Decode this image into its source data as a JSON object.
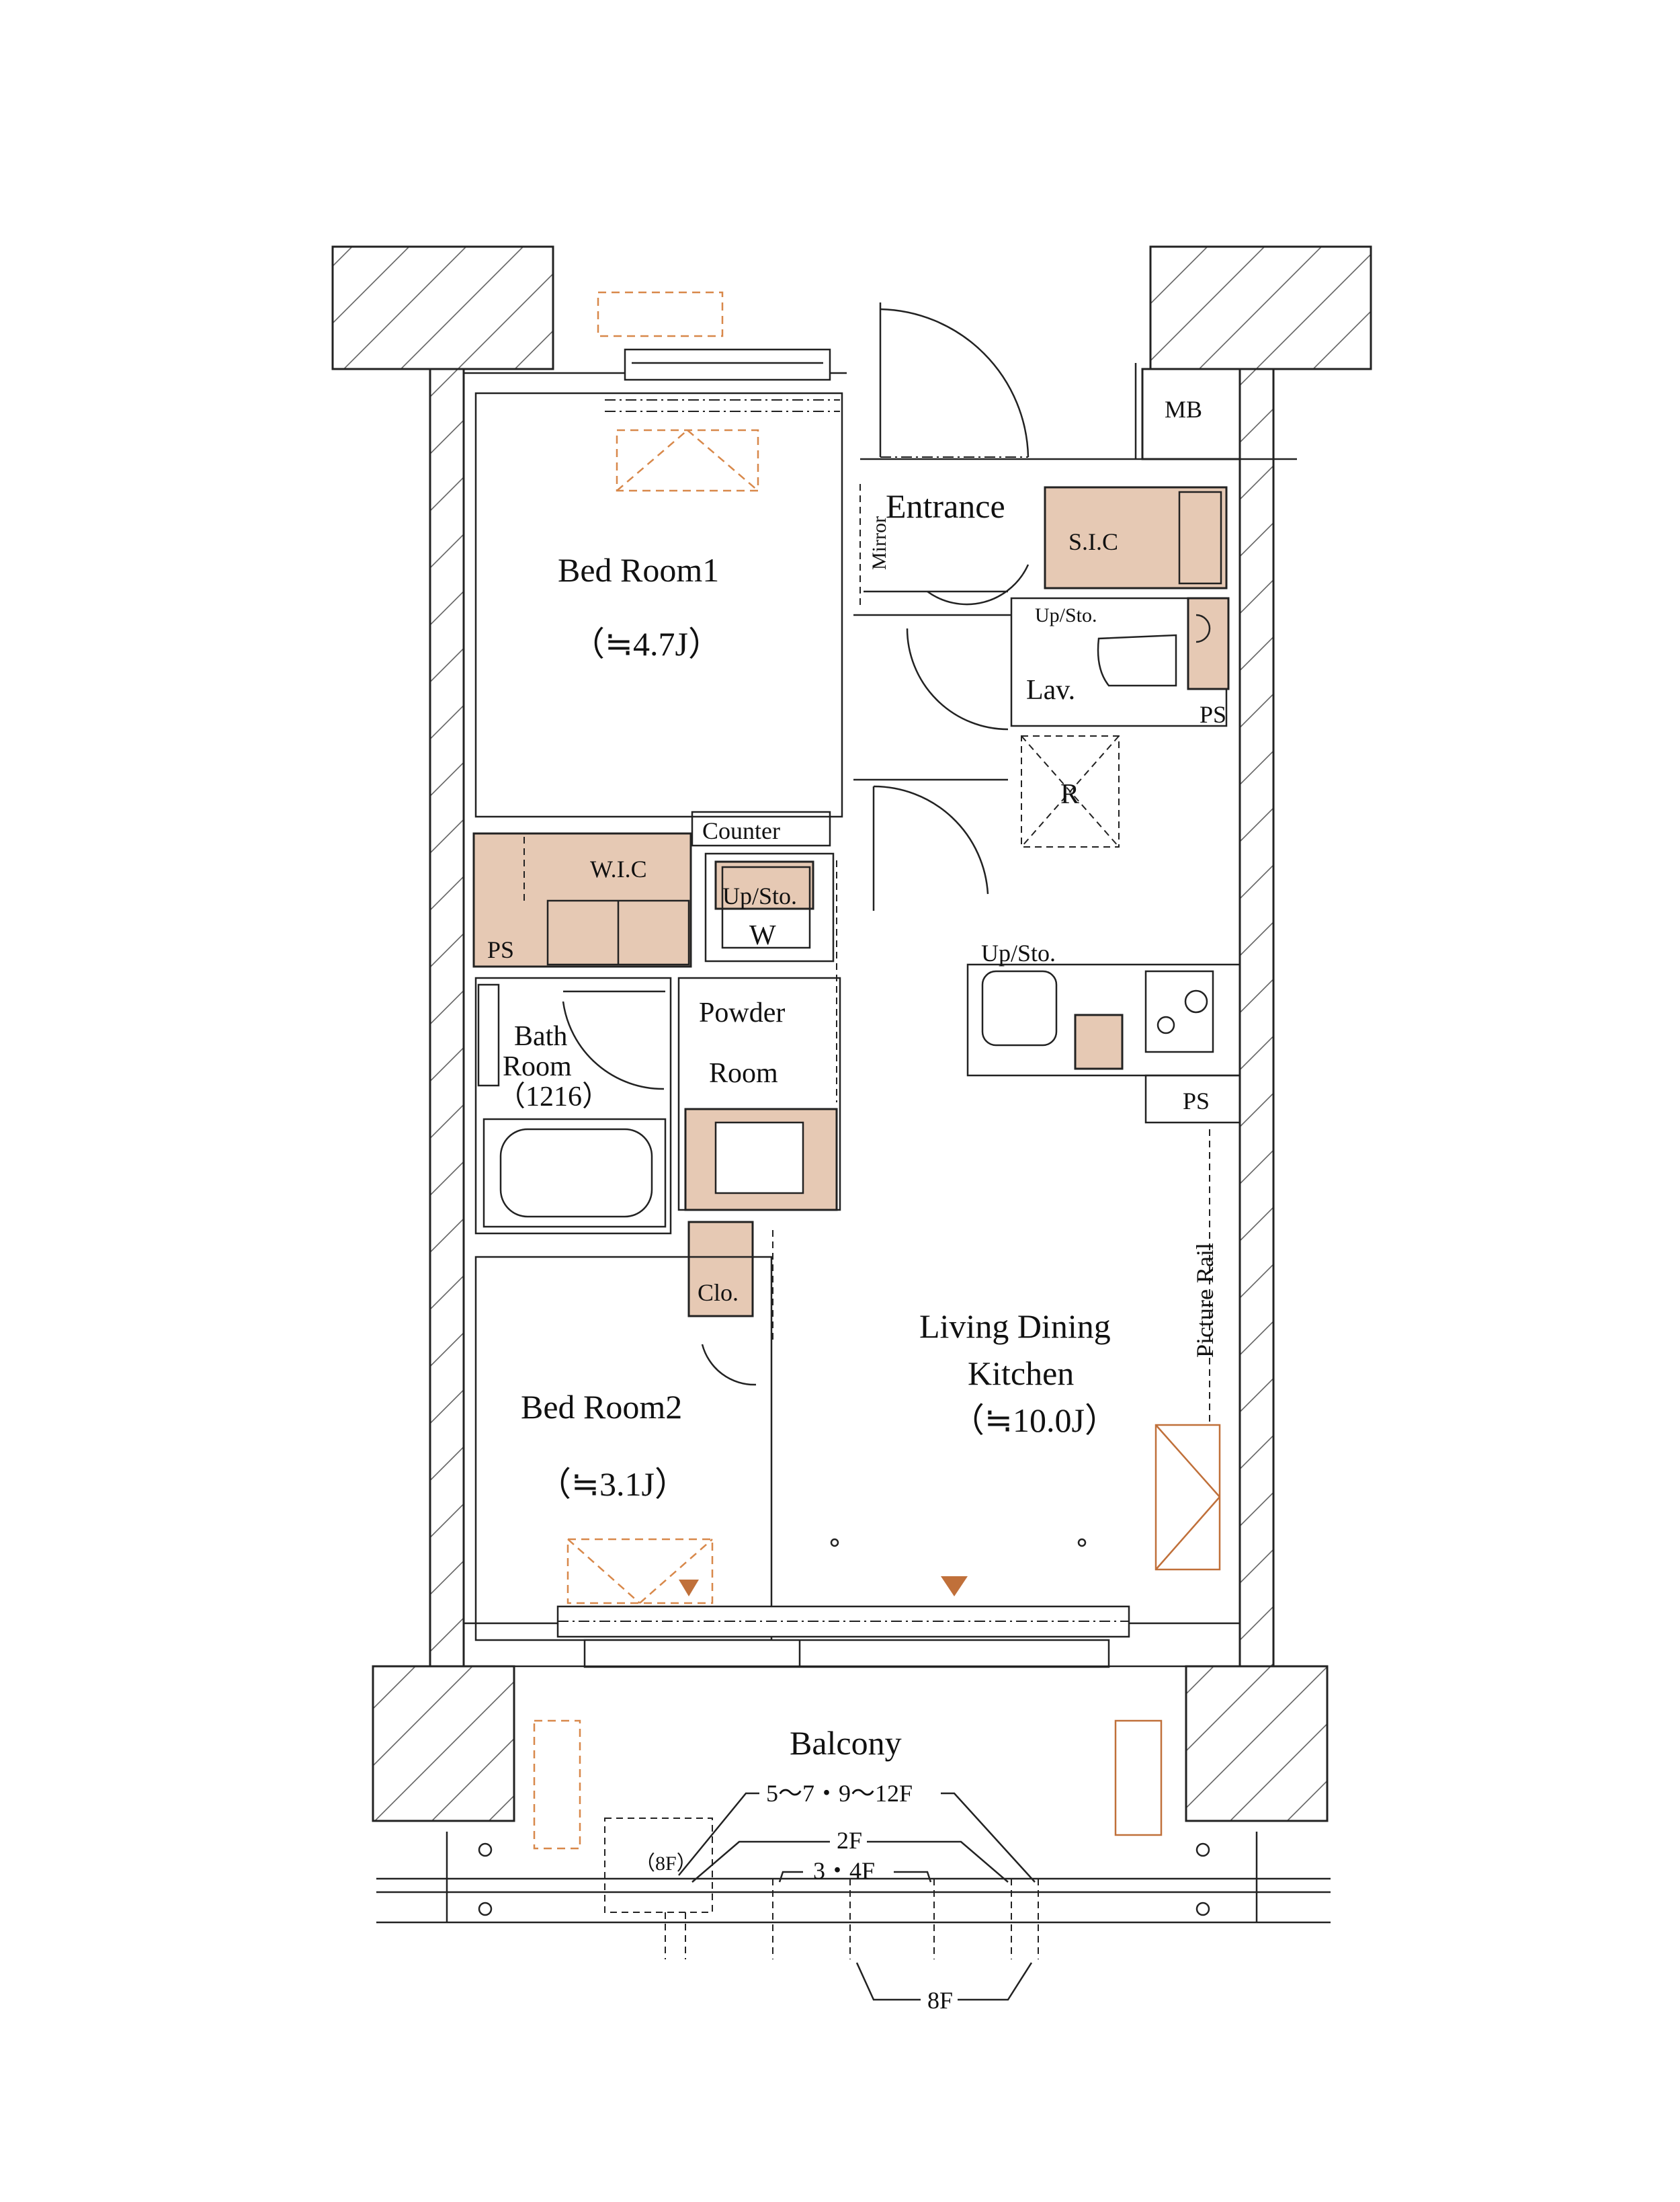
{
  "labels": {
    "mb": "MB",
    "entrance": "Entrance",
    "mirror": "Mirror",
    "sic": "S.I.C",
    "up_sto_1": "Up/Sto.",
    "lav": "Lav.",
    "ps_1": "PS",
    "bedroom1": "Bed Room1",
    "bedroom1_size": "（≒4.7J）",
    "r": "R",
    "counter": "Counter",
    "wic": "W.I.C",
    "up_sto_2": "Up/Sto.",
    "w": "W",
    "ps_2": "PS",
    "powder": "Powder",
    "powder_room": "Room",
    "bath": "Bath",
    "bath_room": "Room",
    "bath_size": "（1216）",
    "up_sto_3": "Up/Sto.",
    "ps_3": "PS",
    "clo": "Clo.",
    "picture_rail": "Picture Rail",
    "ldk_line1": "Living Dining",
    "ldk_line2": "Kitchen",
    "ldk_size": "（≒10.0J）",
    "bedroom2": "Bed Room2",
    "bedroom2_size": "（≒3.1J）",
    "balcony": "Balcony",
    "floors_a": "5〜7・9〜12F",
    "floors_b": "2F",
    "floors_c": "3・4F",
    "floors_d": "（8F）",
    "floors_e": "8F"
  },
  "colors": {
    "storage_fill": "#e6c9b4",
    "furniture_orange": "#c0703a",
    "wall_line": "#222222"
  }
}
